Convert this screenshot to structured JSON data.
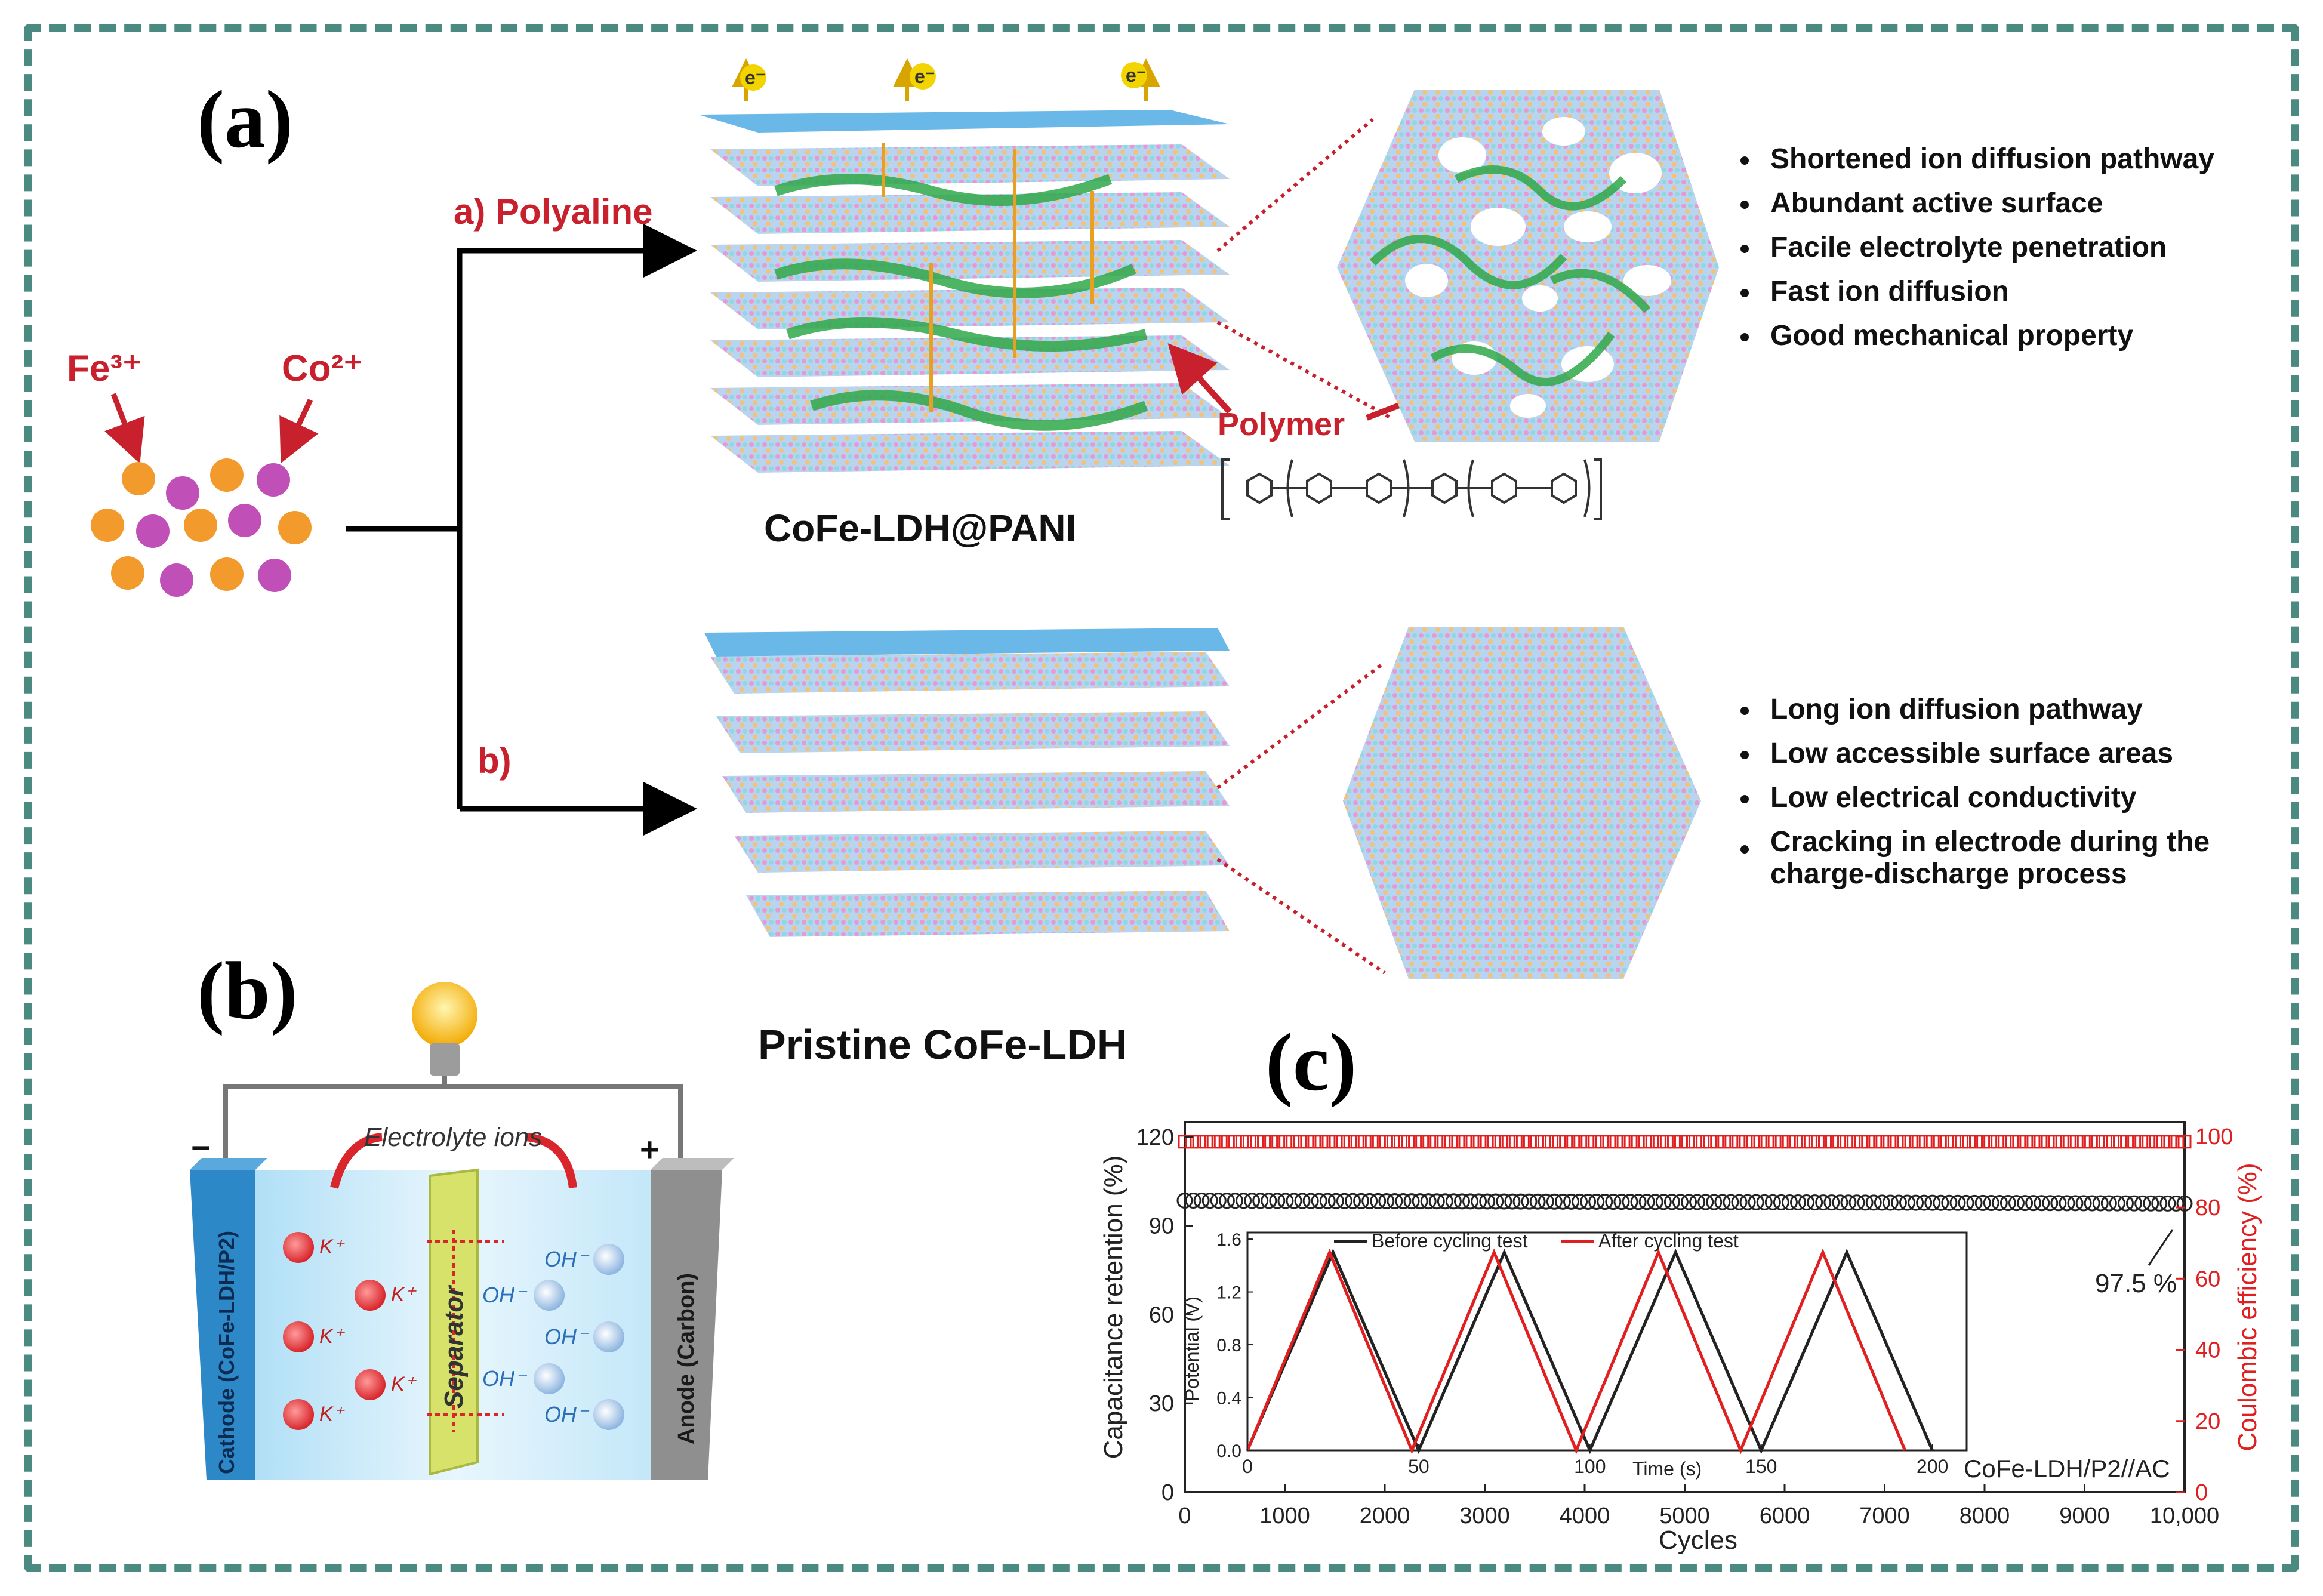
{
  "panels": {
    "a": {
      "label": "(a)"
    },
    "b": {
      "label": "(b)"
    },
    "c": {
      "label": "(c)"
    }
  },
  "ions": {
    "fe": "Fe³⁺",
    "co": "Co²⁺"
  },
  "routes": {
    "a": "a) Polyaline",
    "b": "b)"
  },
  "electron": "e⁻",
  "products": {
    "pani": "CoFe-LDH@PANI",
    "pristine": "Pristine CoFe-LDH"
  },
  "polymer_label": "Polymer",
  "pani_benefits": [
    "Shortened ion diffusion pathway",
    "Abundant active surface",
    "Facile electrolyte penetration",
    "Fast ion diffusion",
    "Good mechanical property"
  ],
  "pristine_drawbacks": [
    "Long ion diffusion pathway",
    "Low accessible surface areas",
    "Low electrical conductivity",
    "Cracking in electrode during the charge-discharge process"
  ],
  "device": {
    "electrolyte": "Electrolyte ions",
    "separator": "Separator",
    "cathode": "Cathode (CoFe-LDH/P2)",
    "anode": "Anode (Carbon)",
    "minus": "−",
    "plus": "+",
    "cation": "K⁺",
    "anion": "OH⁻"
  },
  "colors": {
    "frame": "#4a8a80",
    "red": "#c8202c",
    "orange_ion": "#f39a2c",
    "purple_ion": "#c050b8",
    "black_series": "#222222",
    "red_series": "#e02020"
  },
  "chart_data": {
    "type": "scatter",
    "xlabel": "Cycles",
    "ylabel": "Capacitance retention (%)",
    "y2label": "Coulombic efficiency (%)",
    "xlim": [
      0,
      10000
    ],
    "ylim": [
      0,
      125
    ],
    "y2lim": [
      0,
      104
    ],
    "xticks": [
      "0",
      "1000",
      "2000",
      "3000",
      "4000",
      "5000",
      "6000",
      "7000",
      "8000",
      "9000",
      "10,000"
    ],
    "yticks": [
      "0",
      "30",
      "60",
      "90",
      "120"
    ],
    "y2ticks": [
      "0",
      "20",
      "40",
      "60",
      "80",
      "100"
    ],
    "annotation": "97.5 %",
    "device_label": "CoFe-LDH/P2//AC",
    "series": [
      {
        "axis": "left",
        "marker": "circle",
        "color": "#222222",
        "x_start": 0,
        "x_end": 10000,
        "y_start": 98.5,
        "y_end": 97.5,
        "count": 120
      },
      {
        "axis": "right",
        "marker": "square",
        "color": "#e02020",
        "x_start": 0,
        "x_end": 10000,
        "y_start": 98.5,
        "y_end": 98.5,
        "count": 140
      }
    ],
    "inset": {
      "type": "line",
      "xlabel": "Time (s)",
      "ylabel": "Potential (V)",
      "xlim": [
        0,
        210
      ],
      "ylim": [
        0,
        1.65
      ],
      "xticks": [
        "0",
        "50",
        "100",
        "150",
        "200"
      ],
      "yticks": [
        "0.0",
        "0.4",
        "0.8",
        "1.2",
        "1.6"
      ],
      "series": [
        {
          "name": "Before cycling test",
          "color": "#222222",
          "x": [
            0,
            25,
            50,
            75,
            100,
            125,
            150,
            175,
            200
          ],
          "y": [
            0,
            1.5,
            0,
            1.5,
            0,
            1.5,
            0,
            1.5,
            0
          ]
        },
        {
          "name": "After cycling test",
          "color": "#e02020",
          "x": [
            0,
            24,
            48,
            72,
            96,
            120,
            144,
            168,
            192
          ],
          "y": [
            0,
            1.5,
            0,
            1.5,
            0,
            1.5,
            0,
            1.5,
            0
          ]
        }
      ]
    }
  }
}
